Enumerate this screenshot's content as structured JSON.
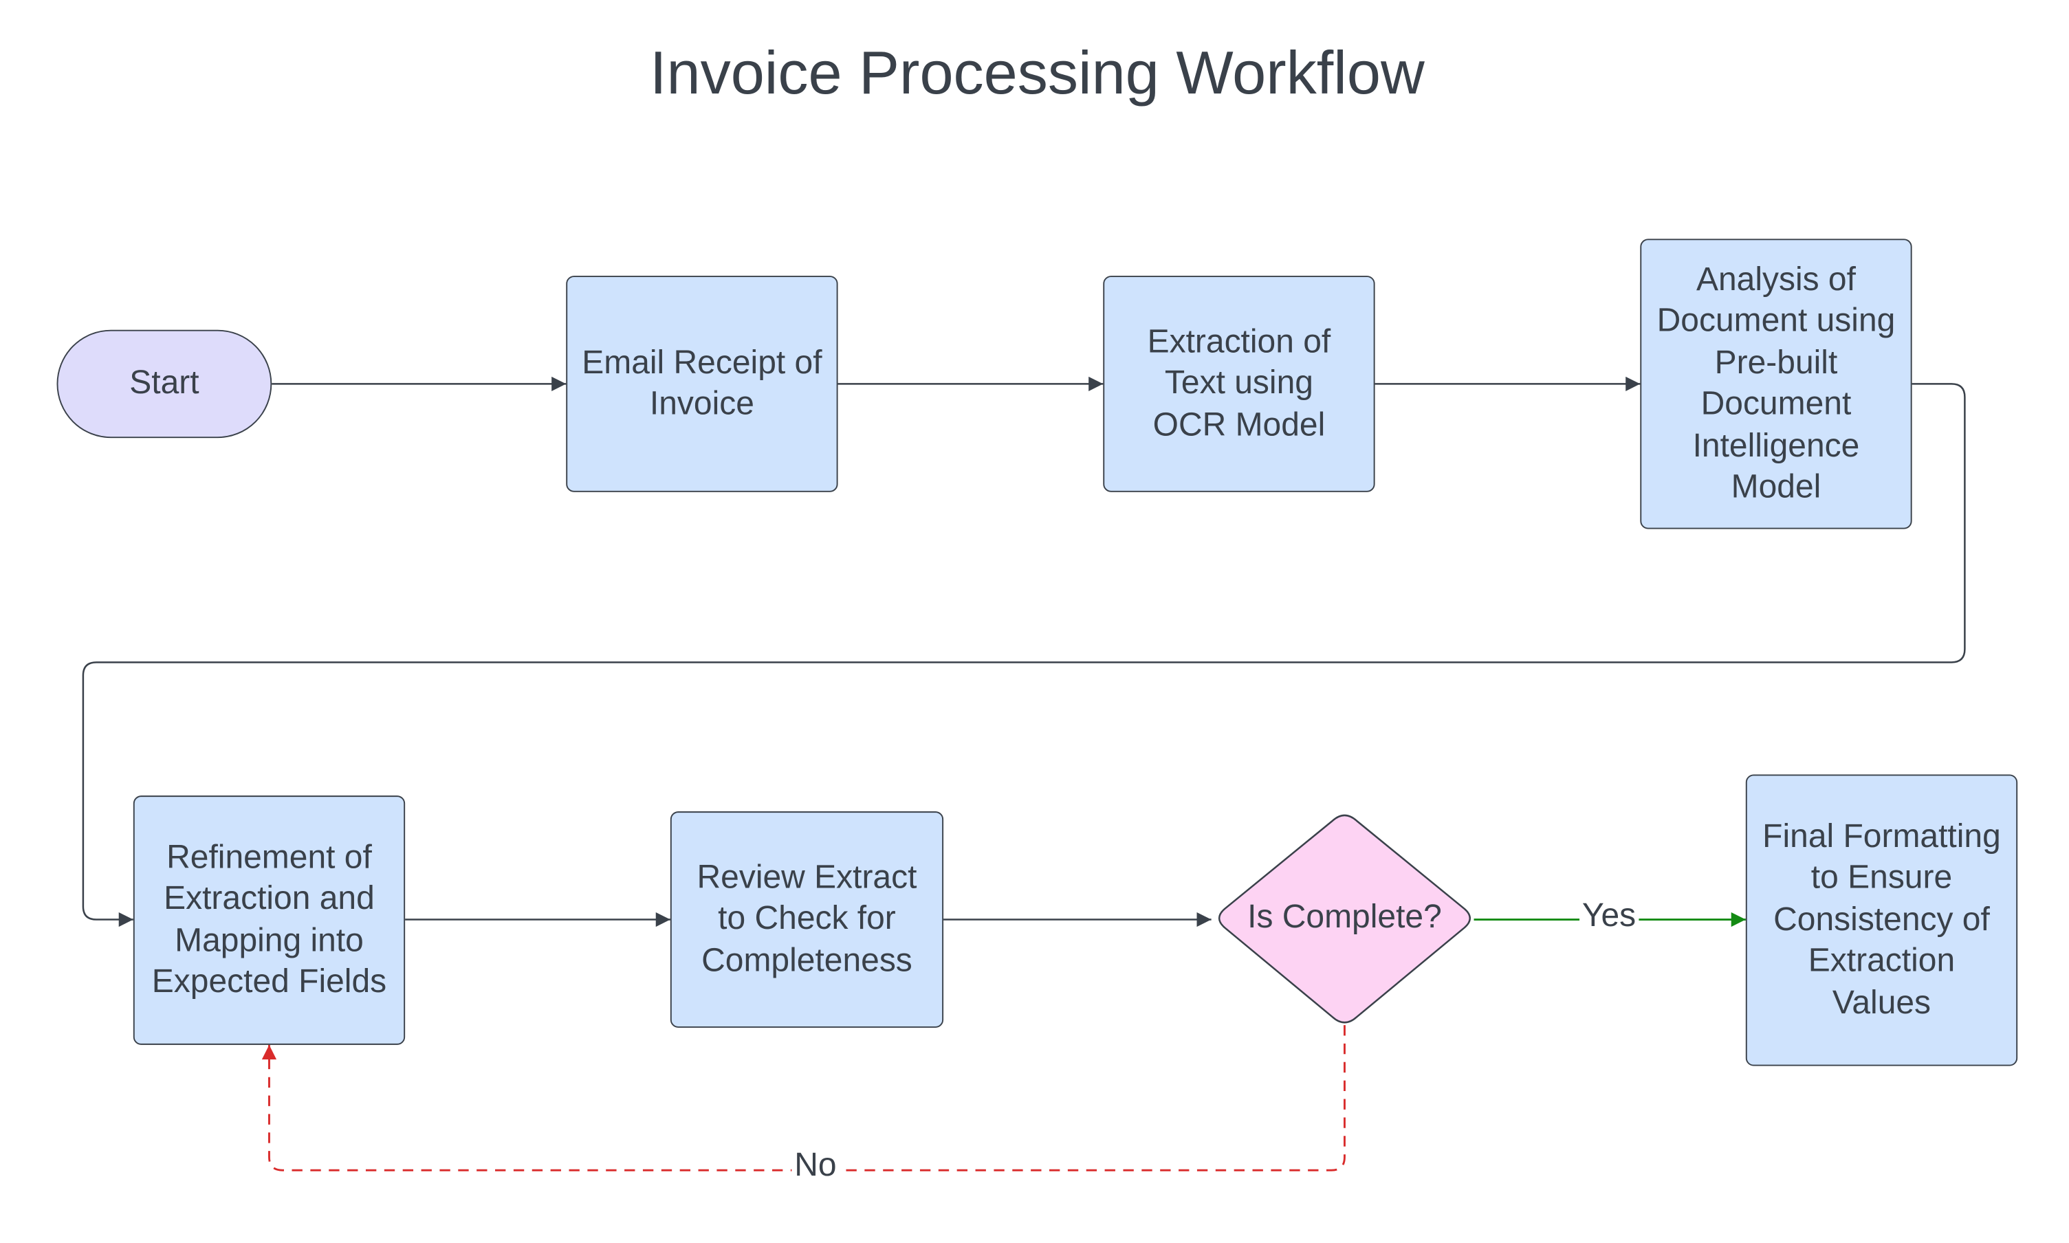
{
  "title": "Invoice Processing Workflow",
  "nodes": {
    "start": "Start",
    "email": "Email Receipt of Invoice",
    "ocr": "Extraction of Text using OCR Model",
    "analysis": "Analysis of Document using Pre-built Document Intelligence Model",
    "refine": "Refinement of Extraction and Mapping into Expected Fields",
    "review": "Review Extract to Check for Completeness",
    "decision": "Is Complete?",
    "final": "Final Formatting to Ensure Consistency of Extraction Values"
  },
  "edges": {
    "yes": "Yes",
    "no": "No"
  },
  "colors": {
    "process_fill": "#cfe3fd",
    "terminal_fill": "#dedcfb",
    "decision_fill": "#fdd3f3",
    "stroke": "#3a414a",
    "yes_edge": "#138a13",
    "no_edge": "#d92b2b"
  }
}
